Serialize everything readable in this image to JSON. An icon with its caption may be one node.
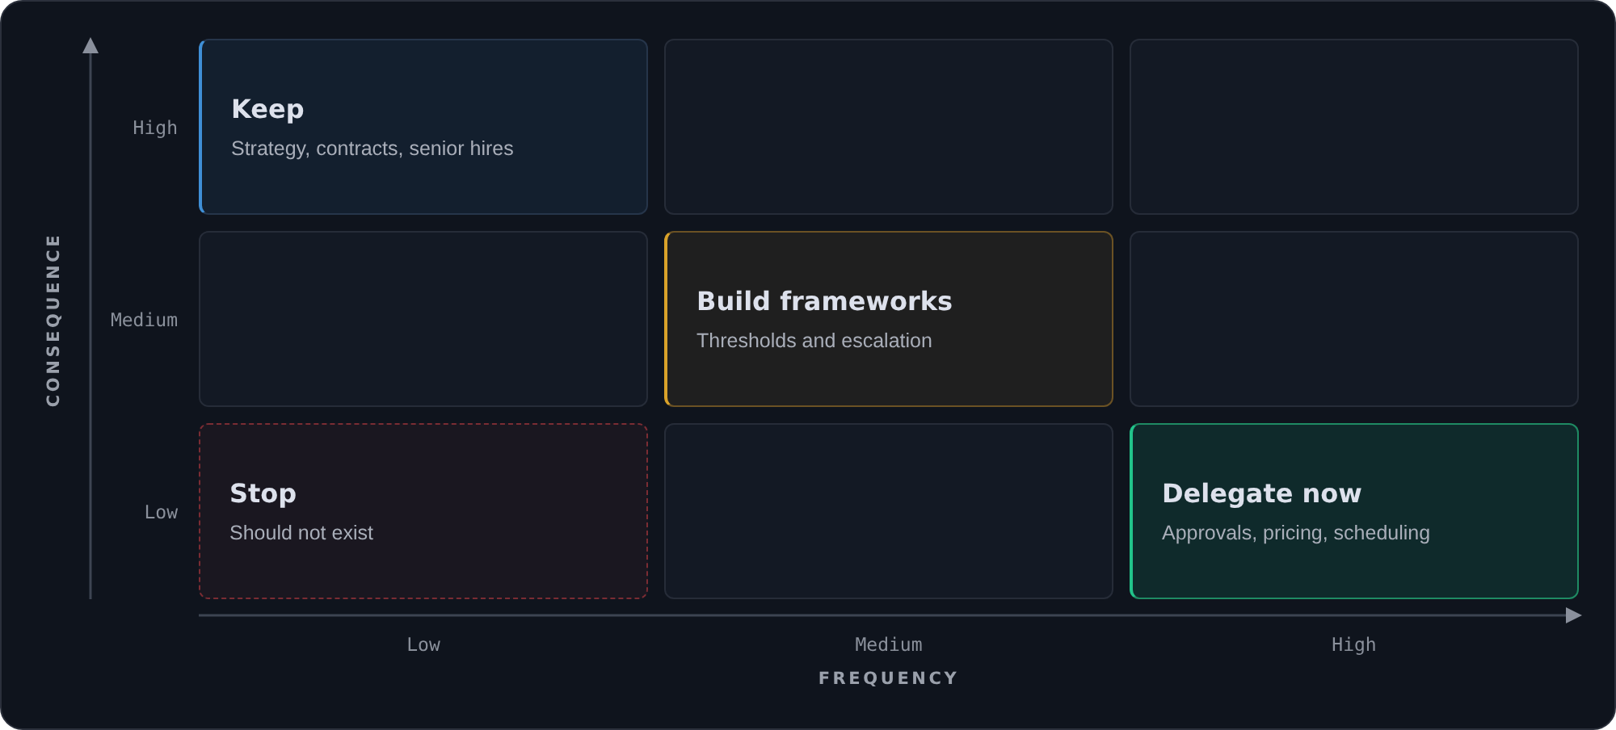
{
  "diagram": {
    "nodes": [
      {
        "text": [
          "Keep",
          "Strategy, contracts, senior hires"
        ]
      },
      {
        "text": [],
        "shape": "box"
      },
      {
        "text": [],
        "shape": "box"
      },
      {
        "text": [],
        "shape": "box"
      },
      {
        "text": [
          "Build frameworks",
          "Thresholds and escalation"
        ]
      },
      {
        "text": [],
        "shape": "box"
      },
      {
        "text": [
          "Stop",
          "Should not exist"
        ]
      },
      {
        "text": [],
        "shape": "box"
      },
      {
        "text": [
          "Delegate now",
          "Approvals, pricing, scheduling"
        ]
      }
    ],
    "edges": [],
    "labels": [
      "CONSEQUENCE",
      "High",
      "Medium",
      "Low",
      "Low",
      "Medium",
      "High",
      "FREQUENCY"
    ]
  }
}
